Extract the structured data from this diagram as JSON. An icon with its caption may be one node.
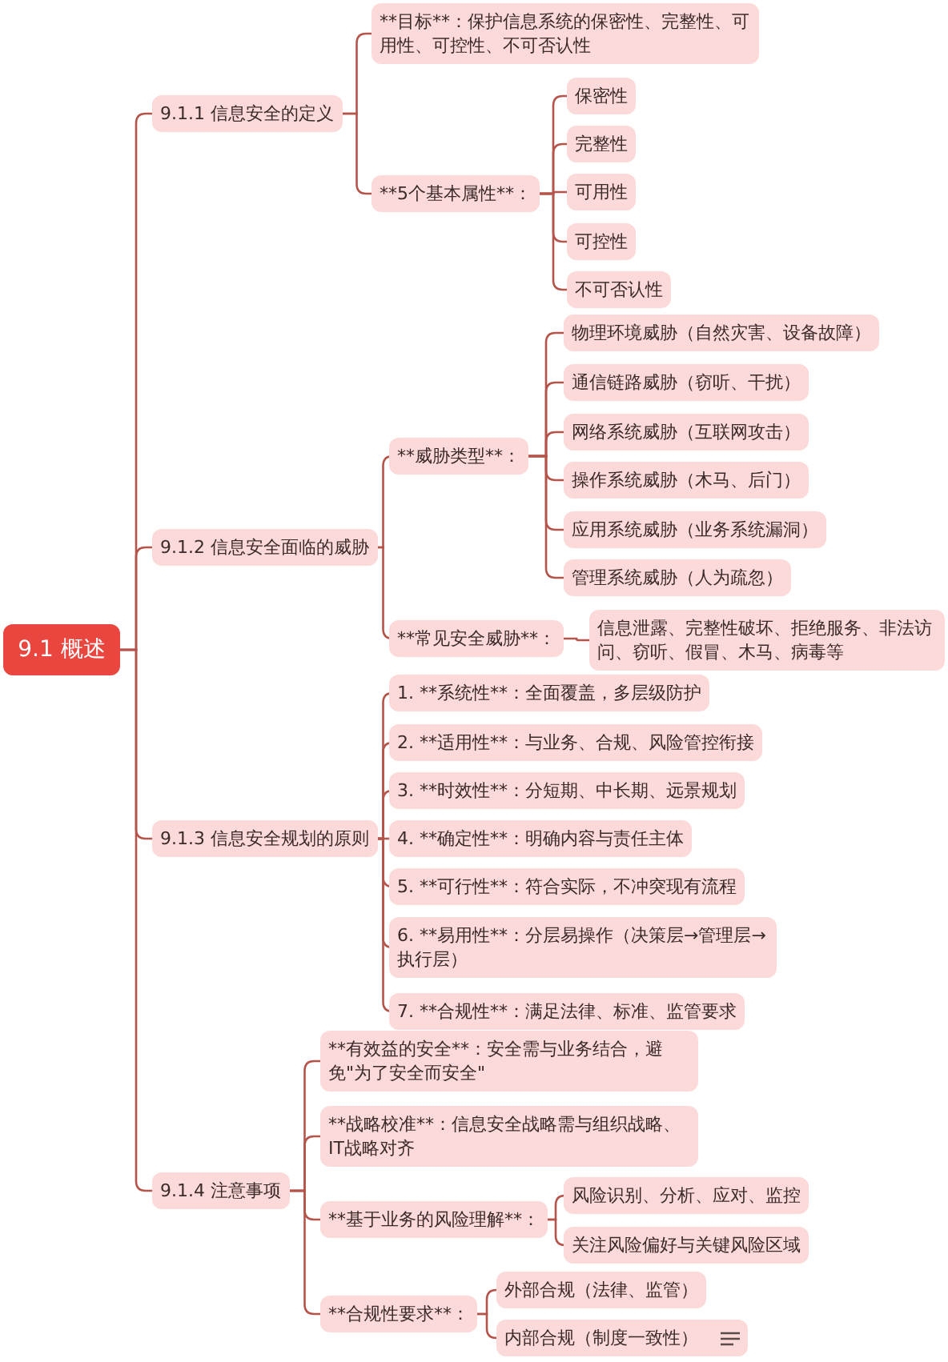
{
  "diagram": {
    "nodes": [
      {
        "text": [
          "9.1 概述"
        ]
      },
      {
        "text": [
          "9.1.1 信息安全的定义"
        ]
      },
      {
        "text": [
          "**目标**：保护信息系统的保密性、完整性、可用性、可控性、不可否认性"
        ]
      },
      {
        "text": [
          "**5个基本属性**："
        ]
      },
      {
        "text": [
          "保密性"
        ]
      },
      {
        "text": [
          "完整性"
        ]
      },
      {
        "text": [
          "可用性"
        ]
      },
      {
        "text": [
          "可控性"
        ]
      },
      {
        "text": [
          "不可否认性"
        ]
      },
      {
        "text": [
          "9.1.2 信息安全面临的威胁"
        ]
      },
      {
        "text": [
          "**威胁类型**："
        ]
      },
      {
        "text": [
          "物理环境威胁（自然灾害、设备故障）"
        ]
      },
      {
        "text": [
          "通信链路威胁（窃听、干扰）"
        ]
      },
      {
        "text": [
          "网络系统威胁（互联网攻击）"
        ]
      },
      {
        "text": [
          "操作系统威胁（木马、后门）"
        ]
      },
      {
        "text": [
          "应用系统威胁（业务系统漏洞）"
        ]
      },
      {
        "text": [
          "管理系统威胁（人为疏忽）"
        ]
      },
      {
        "text": [
          "**常见安全威胁**："
        ]
      },
      {
        "text": [
          "信息泄露、完整性破坏、拒绝服务、非法访问、窃听、假冒、木马、病毒等"
        ]
      },
      {
        "text": [
          "9.1.3 信息安全规划的原则"
        ]
      },
      {
        "text": [
          "1. **系统性**：全面覆盖，多层级防护"
        ]
      },
      {
        "text": [
          "2. **适用性**：与业务、合规、风险管控衔接"
        ]
      },
      {
        "text": [
          "3. **时效性**：分短期、中长期、远景规划"
        ]
      },
      {
        "text": [
          "4. **确定性**：明确内容与责任主体"
        ]
      },
      {
        "text": [
          "5. **可行性**：符合实际，不冲突现有流程"
        ]
      },
      {
        "text": [
          "6. **易用性**：分层易操作（决策层→管理层→执行层）"
        ]
      },
      {
        "text": [
          "7. **合规性**：满足法律、标准、监管要求"
        ]
      },
      {
        "text": [
          "9.1.4 注意事项"
        ]
      },
      {
        "text": [
          "**有效益的安全**：安全需与业务结合，避免\"为了安全而安全\""
        ]
      },
      {
        "text": [
          "**战略校准**：信息安全战略需与组织战略、IT战略对齐"
        ]
      },
      {
        "text": [
          "**基于业务的风险理解**："
        ]
      },
      {
        "text": [
          "风险识别、分析、应对、监控"
        ]
      },
      {
        "text": [
          "关注风险偏好与关键风险区域"
        ]
      },
      {
        "text": [
          "**合规性要求**："
        ]
      },
      {
        "text": [
          "外部合规（法律、监管）"
        ]
      },
      {
        "text": [
          "内部合规（制度一致性）"
        ]
      }
    ],
    "edges": [
      {
        "from": 0,
        "to": 1,
        "arrow": "none"
      },
      {
        "from": 0,
        "to": 9,
        "arrow": "none"
      },
      {
        "from": 0,
        "to": 19,
        "arrow": "none"
      },
      {
        "from": 0,
        "to": 27,
        "arrow": "none"
      },
      {
        "from": 1,
        "to": 2,
        "arrow": "none"
      },
      {
        "from": 1,
        "to": 3,
        "arrow": "none"
      },
      {
        "from": 3,
        "to": 4,
        "arrow": "none"
      },
      {
        "from": 3,
        "to": 5,
        "arrow": "none"
      },
      {
        "from": 3,
        "to": 6,
        "arrow": "none"
      },
      {
        "from": 3,
        "to": 7,
        "arrow": "none"
      },
      {
        "from": 3,
        "to": 8,
        "arrow": "none"
      },
      {
        "from": 9,
        "to": 10,
        "arrow": "none"
      },
      {
        "from": 9,
        "to": 17,
        "arrow": "none"
      },
      {
        "from": 10,
        "to": 11,
        "arrow": "none"
      },
      {
        "from": 10,
        "to": 12,
        "arrow": "none"
      },
      {
        "from": 10,
        "to": 13,
        "arrow": "none"
      },
      {
        "from": 10,
        "to": 14,
        "arrow": "none"
      },
      {
        "from": 10,
        "to": 15,
        "arrow": "none"
      },
      {
        "from": 10,
        "to": 16,
        "arrow": "none"
      },
      {
        "from": 17,
        "to": 18,
        "arrow": "none"
      },
      {
        "from": 19,
        "to": 20,
        "arrow": "none"
      },
      {
        "from": 19,
        "to": 21,
        "arrow": "none"
      },
      {
        "from": 19,
        "to": 22,
        "arrow": "none"
      },
      {
        "from": 19,
        "to": 23,
        "arrow": "none"
      },
      {
        "from": 19,
        "to": 24,
        "arrow": "none"
      },
      {
        "from": 19,
        "to": 25,
        "arrow": "none"
      },
      {
        "from": 19,
        "to": 26,
        "arrow": "none"
      },
      {
        "from": 27,
        "to": 28,
        "arrow": "none"
      },
      {
        "from": 27,
        "to": 29,
        "arrow": "none"
      },
      {
        "from": 27,
        "to": 30,
        "arrow": "none"
      },
      {
        "from": 27,
        "to": 33,
        "arrow": "none"
      },
      {
        "from": 30,
        "to": 31,
        "arrow": "none"
      },
      {
        "from": 30,
        "to": 32,
        "arrow": "none"
      },
      {
        "from": 33,
        "to": 34,
        "arrow": "none"
      },
      {
        "from": 33,
        "to": 35,
        "arrow": "none"
      }
    ]
  }
}
